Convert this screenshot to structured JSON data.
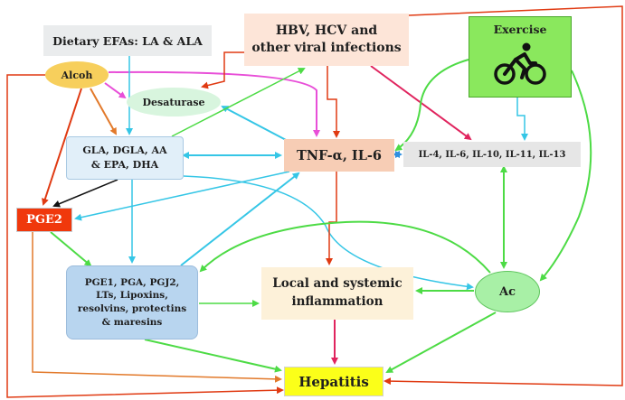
{
  "nodes": {
    "dietary_efas": "Dietary EFAs: LA & ALA",
    "alcohol": "Alcoh",
    "desaturase": "Desaturase",
    "viral": [
      "HBV, HCV and",
      "other viral infections"
    ],
    "exercise": "Exercise",
    "fatty_acids": [
      "GLA, DGLA, AA",
      "& EPA, DHA"
    ],
    "tnf_il6": "TNF-α, IL-6",
    "interleukins": "IL-4, IL-6, IL-10, IL-11, IL-13",
    "pge2": "PGE2",
    "lipid_mediators": [
      "PGE1, PGA, PGJ2,",
      "LTs, Lipoxins,",
      "resolvins, protectins",
      "& maresins"
    ],
    "inflammation": [
      "Local and systemic",
      "inflammation"
    ],
    "ac": "Ac",
    "hepatitis": "Hepatitis"
  },
  "icons": {
    "exercise": "cyclist-icon"
  },
  "colors": {
    "red": "#e03a12",
    "orange": "#e2792a",
    "magenta": "#e84fd8",
    "crimson": "#e0245e",
    "cyan": "#35c6e6",
    "blue": "#2f8fe0",
    "green": "#4ddb45",
    "black": "#111111"
  }
}
